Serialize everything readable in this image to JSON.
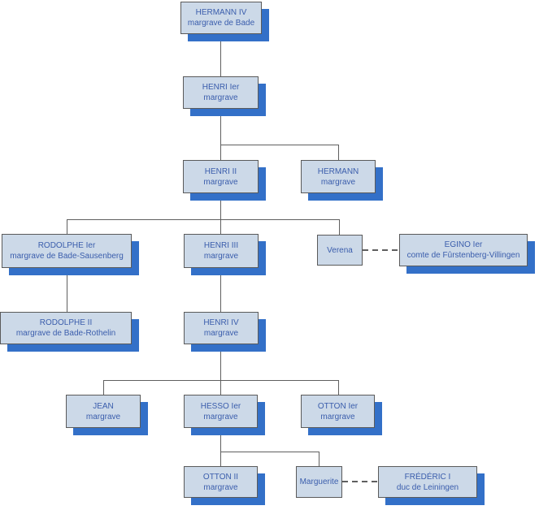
{
  "colors": {
    "node_fill": "#ccd9e8",
    "node_border": "#5a5a5a",
    "node_text": "#3a5dac",
    "node_shadow": "#3370c8",
    "connector": "#5f5f5f"
  },
  "nodes": {
    "hermann_iv": {
      "name": "HERMANN IV",
      "title": "margrave de Bade"
    },
    "henri_1": {
      "name": "HENRI Ier",
      "title": "margrave"
    },
    "henri_2": {
      "name": "HENRI II",
      "title": "margrave"
    },
    "hermann": {
      "name": "HERMANN",
      "title": "margrave"
    },
    "rodolphe_1": {
      "name": "RODOLPHE Ier",
      "title": "margrave de Bade-Sausenberg"
    },
    "henri_3": {
      "name": "HENRI III",
      "title": "margrave"
    },
    "verena": {
      "name": "Verena",
      "title": ""
    },
    "egino": {
      "name": "EGINO Ier",
      "title": "comte de Fûrstenberg-Villingen"
    },
    "rodolphe_2": {
      "name": "RODOLPHE II",
      "title": "margrave de Bade-Rothelin"
    },
    "henri_4": {
      "name": "HENRI IV",
      "title": "margrave"
    },
    "jean": {
      "name": "JEAN",
      "title": "margrave"
    },
    "hesso": {
      "name": "HESSO Ier",
      "title": "margrave"
    },
    "otton_1": {
      "name": "OTTON Ier",
      "title": "margrave"
    },
    "otton_2": {
      "name": "OTTON II",
      "title": "margrave"
    },
    "marguerite": {
      "name": "Marguerite",
      "title": ""
    },
    "frederic": {
      "name": "FRÉDÉRIC I",
      "title": "duc de Leiningen"
    }
  }
}
